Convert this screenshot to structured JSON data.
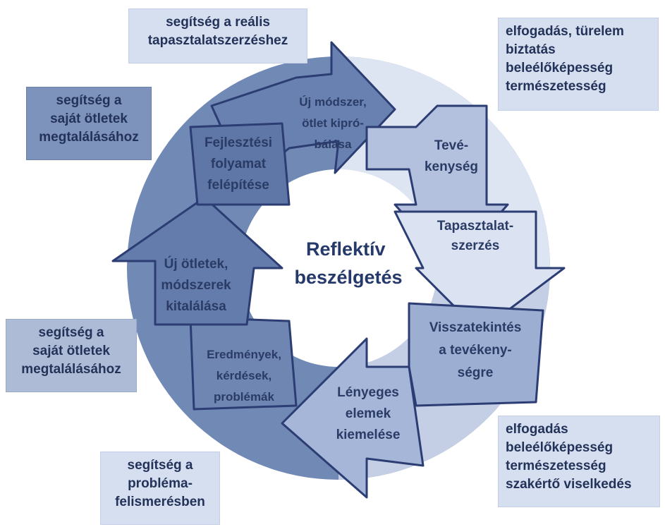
{
  "center_label": [
    "Reflektív",
    "beszélgetés"
  ],
  "cycle": [
    {
      "id": "tevekenyseg",
      "lines": [
        "Tevé-",
        "kenység"
      ]
    },
    {
      "id": "tapasztalatszerzes",
      "lines": [
        "Tapasztalat-",
        "szerzés"
      ]
    },
    {
      "id": "visszatekintes",
      "lines": [
        "Visszatekintés",
        "a tevékeny-",
        "ségre"
      ]
    },
    {
      "id": "lenyeges-elemek",
      "lines": [
        "Lényeges",
        "elemek",
        "kiemelése"
      ]
    },
    {
      "id": "eredmenyek",
      "lines": [
        "Eredmények,",
        "kérdések,",
        "problémák"
      ]
    },
    {
      "id": "uj-otletek",
      "lines": [
        "Új ötletek,",
        "módszerek",
        "kitalálása"
      ]
    },
    {
      "id": "fejlesztesi",
      "lines": [
        "Fejlesztési",
        "folyamat",
        "felépítése"
      ]
    },
    {
      "id": "uj-modszer",
      "lines": [
        "Új módszer,",
        "ötlet kipró-",
        "bálása"
      ]
    }
  ],
  "side_boxes": {
    "top_center": [
      "segítség a reális",
      "tapasztalatszerzéshez"
    ],
    "top_right": [
      "elfogadás, türelem",
      "biztatás",
      "beleélőképesség",
      "természetesség"
    ],
    "upper_left": [
      "segítség a",
      "saját ötletek",
      "megtalálásához"
    ],
    "lower_left": [
      "segítség a",
      "saját ötletek",
      "megtalálásához"
    ],
    "bottom_left": [
      "segítség a",
      "probléma-",
      "felismerésben"
    ],
    "bottom_right": [
      "elfogadás",
      "beleélőképesség",
      "természetesség",
      "szakértő viselkedés"
    ]
  },
  "colors": {
    "ring": "#6f86b2",
    "arrow_outline": "#2b3d73",
    "arrow_dark": "#5e77a8",
    "arrow_mid": "#8fa2c8",
    "arrow_light": "#c9d4ea",
    "text": "#2a3b66"
  }
}
